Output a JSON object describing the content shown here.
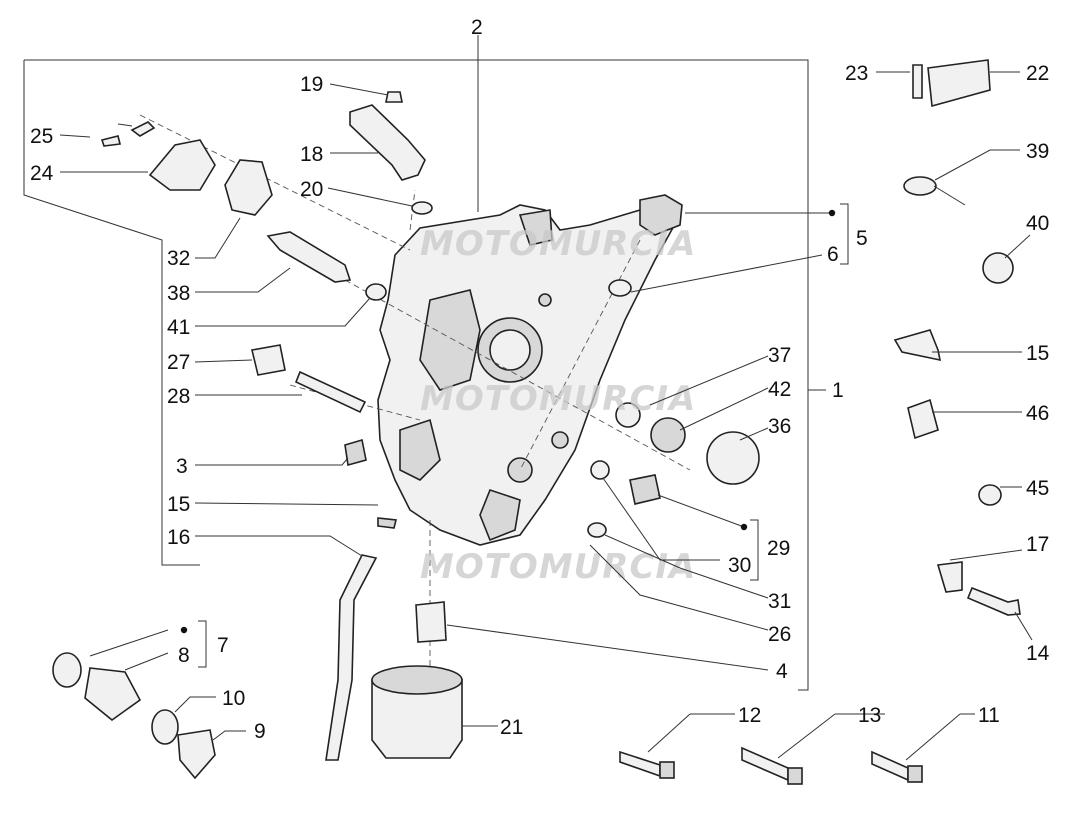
{
  "watermark": "MOTOMURCIA",
  "callouts": {
    "c1": "1",
    "c2": "2",
    "c3": "3",
    "c4": "4",
    "c5": "5",
    "c6": "6",
    "c7": "7",
    "c8": "8",
    "c9": "9",
    "c10": "10",
    "c11": "11",
    "c12": "12",
    "c13": "13",
    "c14": "14",
    "c15a": "15",
    "c15b": "15",
    "c16": "16",
    "c17": "17",
    "c18": "18",
    "c19": "19",
    "c20": "20",
    "c21": "21",
    "c22": "22",
    "c23": "23",
    "c24": "24",
    "c25": "25",
    "c26": "26",
    "c27": "27",
    "c28": "28",
    "c29": "29",
    "c30": "30",
    "c31": "31",
    "c32": "32",
    "c36": "36",
    "c37": "37",
    "c38": "38",
    "c39": "39",
    "c40": "40",
    "c41": "41",
    "c42": "42",
    "c45": "45",
    "c46": "46"
  }
}
